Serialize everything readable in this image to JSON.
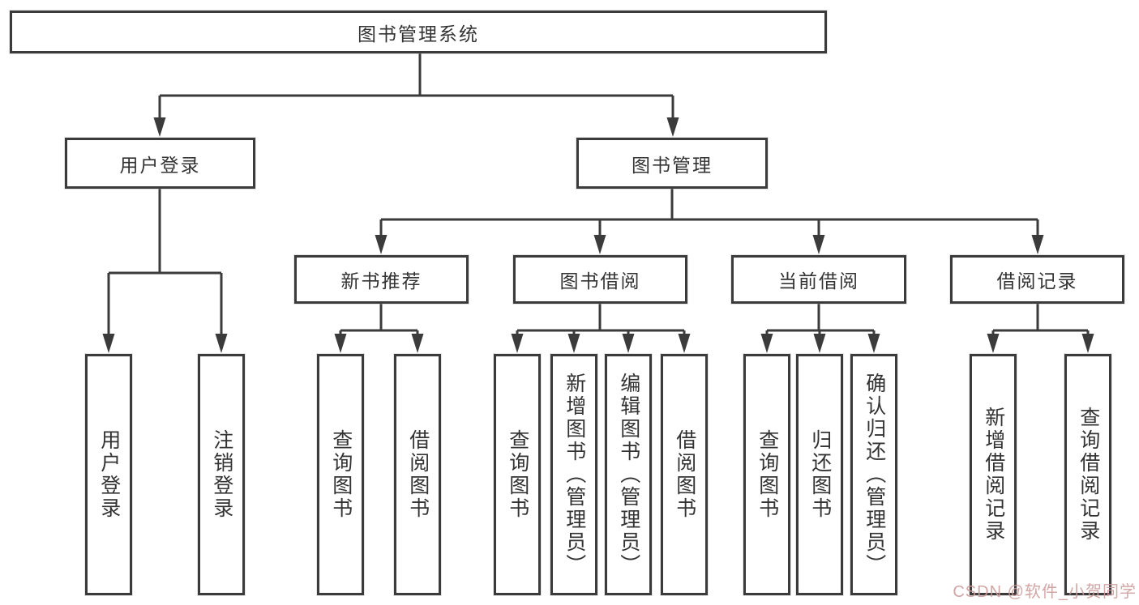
{
  "diagram_type": "hierarchy-tree",
  "tree": {
    "root": "图书管理系统",
    "branches": [
      {
        "label": "用户登录",
        "leaves": [
          "用户登录",
          "注销登录"
        ]
      },
      {
        "label": "图书管理",
        "children": [
          {
            "label": "新书推荐",
            "leaves": [
              "查询图书",
              "借阅图书"
            ]
          },
          {
            "label": "图书借阅",
            "leaves": [
              "查询图书",
              "新增图书（管理员）",
              "编辑图书（管理员）",
              "借阅图书"
            ]
          },
          {
            "label": "当前借阅",
            "leaves": [
              "查询图书",
              "归还图书",
              "确认归还（管理员）"
            ]
          },
          {
            "label": "借阅记录",
            "leaves": [
              "新增借阅记录",
              "查询借阅记录"
            ]
          }
        ]
      }
    ]
  },
  "watermark": "CSDN @软件_小贺同学",
  "colors": {
    "line": "#3b3b3b",
    "box_border": "#3b3b3b",
    "text": "#333333",
    "background": "#ffffff",
    "watermark": "#cd9898"
  }
}
